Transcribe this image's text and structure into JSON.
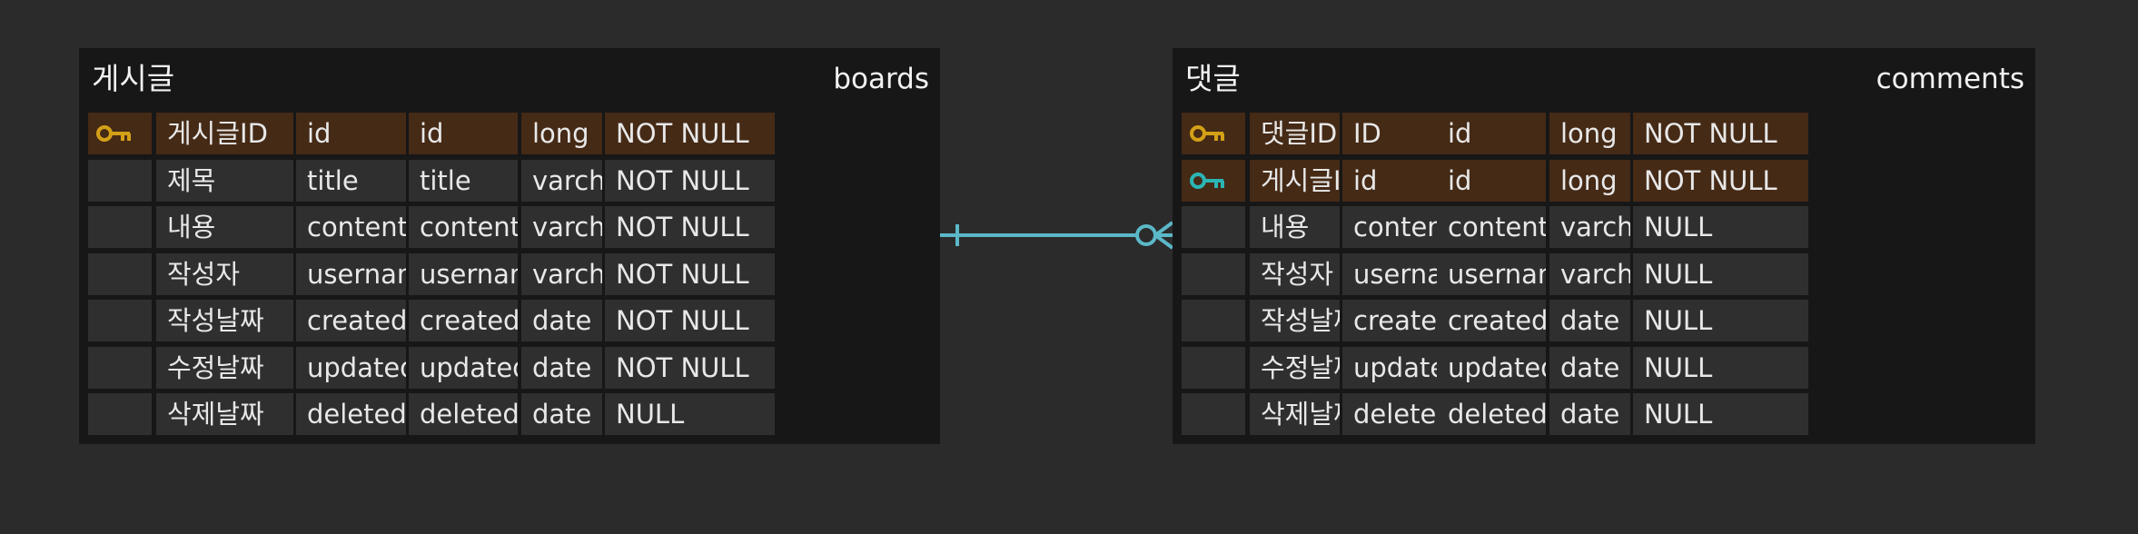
{
  "colors": {
    "background": "#2b2b2b",
    "table_bg": "#171717",
    "cell_bg": "#2f2f2f",
    "key_row_bg": "#452a16",
    "pk_icon": "#d4a017",
    "fk_icon": "#2bb5b5",
    "relation_line": "#5bb8c8"
  },
  "tables": [
    {
      "name": "게시글",
      "physical_name": "boards",
      "rows": [
        {
          "key": "pk",
          "key_icon": "key-icon",
          "logical": "게시글ID",
          "column": "id",
          "column2": "id",
          "type": "long",
          "nullability": "NOT NULL"
        },
        {
          "key": "",
          "logical": "제목",
          "column": "title",
          "column2": "title",
          "type": "varchar",
          "nullability": "NOT NULL"
        },
        {
          "key": "",
          "logical": "내용",
          "column": "content",
          "column2": "content",
          "type": "varchar",
          "nullability": "NOT NULL"
        },
        {
          "key": "",
          "logical": "작성자",
          "column": "username",
          "column2": "username",
          "type": "varchar",
          "nullability": "NOT NULL"
        },
        {
          "key": "",
          "logical": "작성날짜",
          "column": "created_at",
          "column2": "created_at",
          "type": "date",
          "nullability": "NOT NULL"
        },
        {
          "key": "",
          "logical": "수정날짜",
          "column": "updated_at",
          "column2": "updated_at",
          "type": "date",
          "nullability": "NOT NULL"
        },
        {
          "key": "",
          "logical": "삭제날짜",
          "column": "deleted_at",
          "column2": "deleted_at",
          "type": "date",
          "nullability": "NULL"
        }
      ]
    },
    {
      "name": "댓글",
      "physical_name": "comments",
      "rows": [
        {
          "key": "pk",
          "key_icon": "key-icon",
          "logical": "댓글ID",
          "column": "ID",
          "column2": "id",
          "type": "long",
          "nullability": "NOT NULL"
        },
        {
          "key": "fk",
          "key_icon": "key-icon",
          "logical": "게시글ID",
          "column": "id",
          "column2": "id",
          "type": "long",
          "nullability": "NOT NULL"
        },
        {
          "key": "",
          "logical": "내용",
          "column": "content",
          "column2": "content",
          "type": "varchar",
          "nullability": "NULL"
        },
        {
          "key": "",
          "logical": "작성자",
          "column": "username",
          "column2": "username",
          "type": "varchar",
          "nullability": "NULL"
        },
        {
          "key": "",
          "logical": "작성날짜",
          "column": "created_at",
          "column2": "created_at",
          "type": "date",
          "nullability": "NULL"
        },
        {
          "key": "",
          "logical": "수정날짜",
          "column": "updated_at",
          "column2": "updated_at",
          "type": "date",
          "nullability": "NULL"
        },
        {
          "key": "",
          "logical": "삭제날짜",
          "column": "deleted_at",
          "column2": "deleted_at",
          "type": "date",
          "nullability": "NULL"
        }
      ]
    }
  ],
  "relationship": {
    "from": "boards",
    "to": "comments",
    "from_cardinality": "one",
    "to_cardinality": "zero-or-many"
  }
}
